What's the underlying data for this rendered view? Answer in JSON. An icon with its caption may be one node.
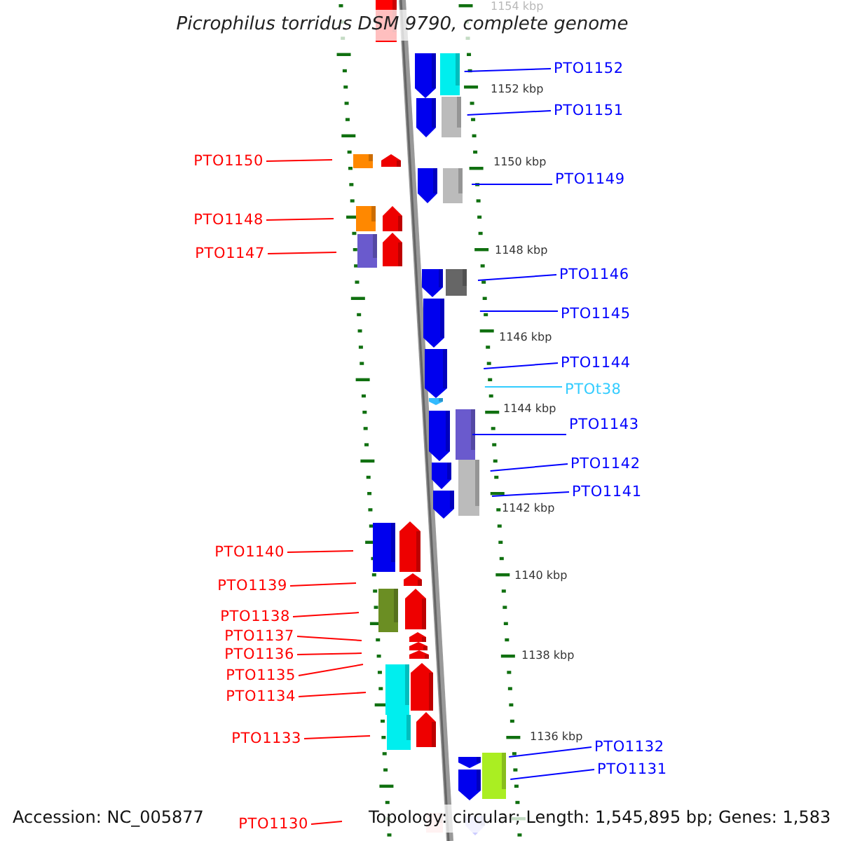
{
  "diagram": {
    "title": "Picrophilus torridus DSM 9790, complete genome",
    "nodes": [
      {
        "text": [
          "PTO1152"
        ]
      },
      {
        "text": [
          "PTO1151"
        ]
      },
      {
        "text": [
          "PTO1150"
        ]
      },
      {
        "text": [
          "PTO1149"
        ]
      },
      {
        "text": [
          "PTO1148"
        ]
      },
      {
        "text": [
          "PTO1147"
        ]
      },
      {
        "text": [
          "PTO1146"
        ]
      },
      {
        "text": [
          "PTO1145"
        ]
      },
      {
        "text": [
          "PTO1144"
        ]
      },
      {
        "text": [
          "PTOt38"
        ]
      },
      {
        "text": [
          "PTO1143"
        ]
      },
      {
        "text": [
          "PTO1142"
        ]
      },
      {
        "text": [
          "PTO1141"
        ]
      },
      {
        "text": [
          "PTO1140"
        ]
      },
      {
        "text": [
          "PTO1139"
        ]
      },
      {
        "text": [
          "PTO1138"
        ]
      },
      {
        "text": [
          "PTO1137"
        ]
      },
      {
        "text": [
          "PTO1136"
        ]
      },
      {
        "text": [
          "PTO1135"
        ]
      },
      {
        "text": [
          "PTO1134"
        ]
      },
      {
        "text": [
          "PTO1133"
        ]
      },
      {
        "text": [
          "PTO1132"
        ]
      },
      {
        "text": [
          "PTO1131"
        ]
      },
      {
        "text": [
          "PTO1130"
        ]
      }
    ],
    "edges": [
      {
        "from": 0,
        "to": null,
        "arrow": "none",
        "color": "#0000ff"
      },
      {
        "from": 1,
        "to": null,
        "arrow": "none",
        "color": "#0000ff"
      },
      {
        "from": 2,
        "to": null,
        "arrow": "none",
        "color": "#ff0000"
      },
      {
        "from": 3,
        "to": null,
        "arrow": "none",
        "color": "#0000ff"
      },
      {
        "from": 4,
        "to": null,
        "arrow": "none",
        "color": "#ff0000"
      },
      {
        "from": 5,
        "to": null,
        "arrow": "none",
        "color": "#ff0000"
      },
      {
        "from": 6,
        "to": null,
        "arrow": "none",
        "color": "#0000ff"
      },
      {
        "from": 7,
        "to": null,
        "arrow": "none",
        "color": "#0000ff"
      },
      {
        "from": 8,
        "to": null,
        "arrow": "none",
        "color": "#0000ff"
      },
      {
        "from": 9,
        "to": null,
        "arrow": "none",
        "color": "#33ccff"
      },
      {
        "from": 10,
        "to": null,
        "arrow": "none",
        "color": "#0000ff"
      },
      {
        "from": 11,
        "to": null,
        "arrow": "none",
        "color": "#0000ff"
      },
      {
        "from": 12,
        "to": null,
        "arrow": "none",
        "color": "#0000ff"
      },
      {
        "from": 13,
        "to": null,
        "arrow": "none",
        "color": "#ff0000"
      },
      {
        "from": 14,
        "to": null,
        "arrow": "none",
        "color": "#ff0000"
      },
      {
        "from": 15,
        "to": null,
        "arrow": "none",
        "color": "#ff0000"
      },
      {
        "from": 16,
        "to": null,
        "arrow": "none",
        "color": "#ff0000"
      },
      {
        "from": 17,
        "to": null,
        "arrow": "none",
        "color": "#ff0000"
      },
      {
        "from": 18,
        "to": null,
        "arrow": "none",
        "color": "#ff0000"
      },
      {
        "from": 19,
        "to": null,
        "arrow": "none",
        "color": "#ff0000"
      },
      {
        "from": 20,
        "to": null,
        "arrow": "none",
        "color": "#ff0000"
      },
      {
        "from": 21,
        "to": null,
        "arrow": "none",
        "color": "#0000ff"
      },
      {
        "from": 22,
        "to": null,
        "arrow": "none",
        "color": "#0000ff"
      },
      {
        "from": 23,
        "to": null,
        "arrow": "none",
        "color": "#ff0000"
      }
    ],
    "labels": [
      "1154 kbp",
      "1152 kbp",
      "1150 kbp",
      "1148 kbp",
      "1146 kbp",
      "1144 kbp",
      "1142 kbp",
      "1140 kbp",
      "1138 kbp",
      "1136 kbp",
      "Accession: NC_005877",
      "Topology: circular; Length: 1,545,895 bp; Genes: 1,583"
    ]
  }
}
